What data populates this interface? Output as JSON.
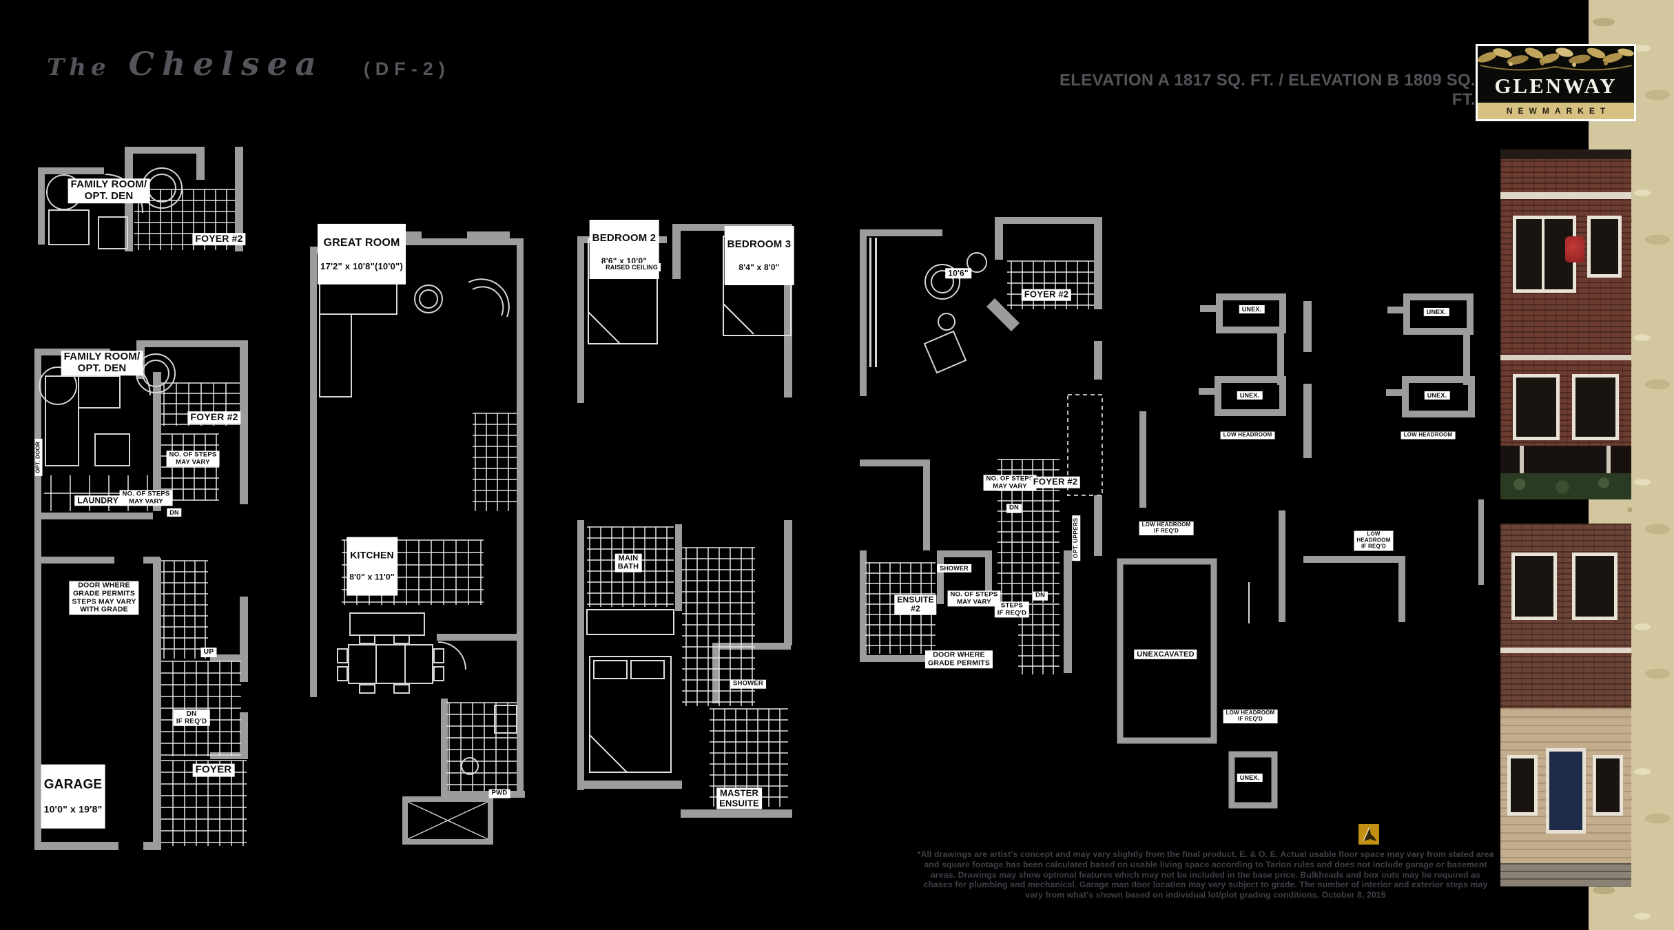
{
  "header": {
    "title_prefix": "The",
    "title_name": "Chelsea",
    "title_code": "(DF-2)",
    "elevation_line": "ELEVATION A 1817 SQ. FT.   /   ELEVATION B 1809 SQ. FT."
  },
  "logo": {
    "brand": "GLENWAY",
    "location": "NEWMARKET"
  },
  "colors": {
    "background": "#000000",
    "walls": "#9c9c9c",
    "plan_lines": "#e6e6e6",
    "label_bg": "#ffffff",
    "label_text": "#0c0c0c",
    "heading_gray": "#54555b",
    "accent_beige": "#d2c79f",
    "logo_gold": "#d6c183",
    "north_arrow_gold": "#c29114"
  },
  "plans": {
    "upper_hall": {
      "family_room": "FAMILY ROOM/\nOPT. DEN",
      "foyer2": "FOYER #2"
    },
    "ground_floor": {
      "family_room": "FAMILY ROOM/\nOPT. DEN",
      "foyer2": "FOYER #2",
      "steps_note_1": "NO. OF STEPS\nMAY VARY",
      "laundry": "LAUNDRY",
      "steps_note_2": "NO. OF STEPS\nMAY VARY",
      "dn": "DN",
      "opt_door": "OPT. DOOR",
      "door_grade_note": "DOOR  WHERE\nGRADE PERMITS\nSTEPS MAY VARY\nWITH GRADE",
      "up": "UP",
      "dn_if_reqd": "DN\nIF REQ'D",
      "foyer": "FOYER",
      "garage_name": "GARAGE",
      "garage_dim": "10'0\" x 19'8\""
    },
    "second_floor": {
      "great_room_name": "GREAT ROOM",
      "great_room_dim": "17'2\" x 10'8\"(10'0\")",
      "kitchen_name": "KITCHEN",
      "kitchen_dim": "8'0\" x 11'0\"",
      "pwd": "PWD"
    },
    "third_floor": {
      "bedroom2_name": "BEDROOM 2",
      "bedroom2_dim": "8'6\" x 10'0\"",
      "bedroom2_note": "RAISED CEILING",
      "bedroom3_name": "BEDROOM 3",
      "bedroom3_dim": "8'4\" x 8'0\"",
      "main_bath": "MAIN\nBATH",
      "shower": "SHOWER",
      "master_ensuite": "MASTER\nENSUITE"
    },
    "opt_ground_floor": {
      "dim": "10'6\"",
      "foyer2_upper": "FOYER #2",
      "steps_note_1": "NO. OF STEPS\nMAY VARY",
      "foyer2": "FOYER #2",
      "dn_1": "DN",
      "opt_uppers": "OPT. UPPERS",
      "shower": "SHOWER",
      "ensuite2": "ENSUITE\n#2",
      "steps_note_2": "NO. OF STEPS\nMAY VARY",
      "dn_2": "DN",
      "steps_if_reqd": "STEPS\nIF REQ'D",
      "door_grade_note": "DOOR  WHERE\nGRADE PERMITS"
    },
    "basement": {
      "unex_1": "UNEX.",
      "unex_2": "UNEX.",
      "unex_3": "UNEX.",
      "unex_4": "UNEX.",
      "low_headroom_1": "LOW HEADROOM",
      "low_headroom_2": "LOW HEADROOM",
      "low_headroom_if_reqd_1": "LOW HEADROOM\nIF REQ'D",
      "low_headroom_if_reqd_2": "LOW\nHEADROOM\nIF REQ'D",
      "unexcavated": "UNEXCAVATED",
      "low_headroom_if_reqd_3": "LOW HEADROOM\nIF REQ'D",
      "unex_5": "UNEX."
    }
  },
  "icons": {
    "north_arrow": "north-arrow"
  },
  "footer": {
    "disclaimer": "*All drawings are artist's concept and may vary slightly from the final product. E. & O. E. Actual usable floor space may vary from stated area and square footage has been calculated based on usable living space according to Tarion rules and does not include garage or basement areas. Drawings may show optional features which may not be included in the base price. Bulkheads and box outs may be required as chases for plumbing and mechanical. Garage man door location may vary subject to grade. The number of interior and exterior steps may vary from what's shown based on individual lot/plot grading conditions. October 8, 2015"
  }
}
